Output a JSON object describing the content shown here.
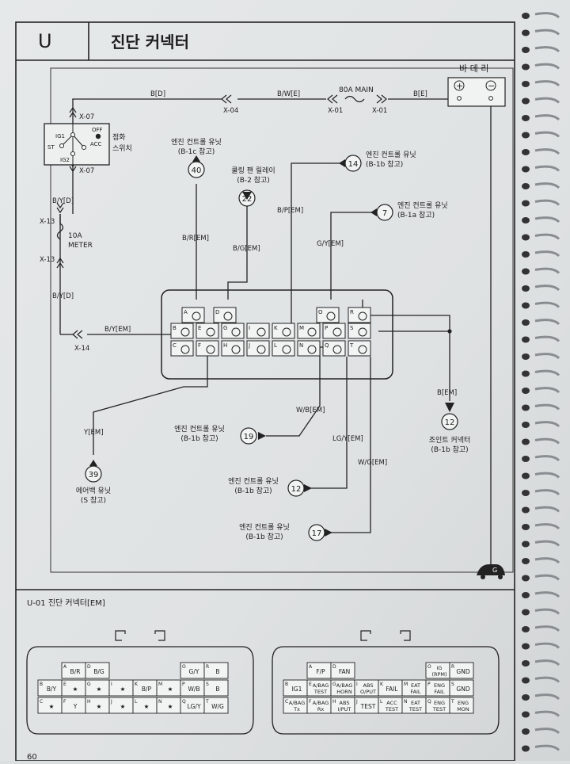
{
  "header": {
    "section_letter": "U",
    "title": "진단 커넥터"
  },
  "battery": {
    "label": "바 데 리",
    "plus": "+",
    "minus": "−"
  },
  "wires": {
    "bd": "B[D]",
    "bwe": "B/W[E]",
    "be": "B[E]",
    "byd_top": "B/Y[D]",
    "byd_bot": "B/Y[D]",
    "byem": "B/Y[EM]",
    "brem": "B/R[EM]",
    "bgem": "B/G[EM]",
    "bpem": "B/P[EM]",
    "gyem": "G/Y[EM]",
    "bem": "B[EM]",
    "wbem": "W/B[EM]",
    "lgyem": "LG/Y[EM]",
    "wgem": "W/G[EM]",
    "yem": "Y[EM]"
  },
  "connectors": {
    "x07_top": "X-07",
    "x07_bot": "X-07",
    "x04": "X-04",
    "x01_left": "X-01",
    "x01_right": "X-01",
    "x13_top": "X-13",
    "x13_bot": "X-13",
    "x14": "X-14"
  },
  "fuses": {
    "main_label": "80A MAIN",
    "meter_amp": "10A",
    "meter_name": "METER"
  },
  "ignition": {
    "off": "OFF",
    "ig1": "IG1",
    "st": "ST",
    "acc": "ACC",
    "ig2": "IG2",
    "label_line1": "점화",
    "label_line2": "스위치"
  },
  "refs": [
    {
      "num": "40",
      "line1": "엔진 컨트롤 유닛",
      "line2": "(B-1c 참고)"
    },
    {
      "num": "22",
      "line1": "쿨링 팬 릴레이",
      "line2": "(B-2 참고)"
    },
    {
      "num": "14",
      "line1": "엔진 컨트롤 유닛",
      "line2": "(B-1b 참고)"
    },
    {
      "num": "7",
      "line1": "엔진 컨트롤 유닛",
      "line2": "(B-1a 참고)"
    },
    {
      "num": "12",
      "line1": "조인트 커넥터",
      "line2": "(B-1b 참고)"
    },
    {
      "num": "19",
      "line1": "엔진 컨트롤 유닛",
      "line2": "(B-1b 참고)"
    },
    {
      "num": "39",
      "line1": "에어백 유닛",
      "line2": "(S 참고)"
    },
    {
      "num": "12",
      "line1": "엔진 컨트롤 유닛",
      "line2": "(B-1b 참고)"
    },
    {
      "num": "17",
      "line1": "엔진 컨트롤 유닛",
      "line2": "(B-1b 참고)"
    }
  ],
  "dlc_pins": {
    "top": [
      "A",
      "D",
      "O",
      "R"
    ],
    "row1": [
      "B",
      "E",
      "G",
      "I",
      "K",
      "M",
      "P",
      "S"
    ],
    "row2": [
      "C",
      "F",
      "H",
      "J",
      "L",
      "N",
      "Q",
      "T"
    ]
  },
  "ground_label": "G",
  "bottom_title": "U-01 진단 커넥터[EM]",
  "left_view": {
    "r1": [
      [
        "A",
        "B/R"
      ],
      [
        "D",
        "B/G"
      ],
      [
        "O",
        "G/Y"
      ],
      [
        "R",
        "B"
      ]
    ],
    "r2": [
      [
        "B",
        "B/Y"
      ],
      [
        "E",
        "★"
      ],
      [
        "G",
        "★"
      ],
      [
        "I",
        "★"
      ],
      [
        "K",
        "B/P"
      ],
      [
        "M",
        "★"
      ],
      [
        "P",
        "W/B"
      ],
      [
        "S",
        "B"
      ]
    ],
    "r3": [
      [
        "C",
        "★"
      ],
      [
        "F",
        "Y"
      ],
      [
        "H",
        "★"
      ],
      [
        "J",
        "★"
      ],
      [
        "L",
        "★"
      ],
      [
        "N",
        "★"
      ],
      [
        "Q",
        "LG/Y"
      ],
      [
        "T",
        "W/G"
      ]
    ]
  },
  "right_view": {
    "r1": [
      [
        "A",
        "F/P"
      ],
      [
        "D",
        "FAN"
      ],
      [
        "O",
        "IG (RPM)"
      ],
      [
        "R",
        "GND"
      ]
    ],
    "r2": [
      [
        "B",
        "IG1"
      ],
      [
        "E",
        "A/BAG TEST"
      ],
      [
        "G",
        "A/BAG HORN"
      ],
      [
        "I",
        "ABS O/PUT"
      ],
      [
        "K",
        "FAIL"
      ],
      [
        "M",
        "EAT FAIL"
      ],
      [
        "P",
        "ENG FAIL"
      ],
      [
        "S",
        "GND"
      ]
    ],
    "r3": [
      [
        "C",
        "A/BAG Tx"
      ],
      [
        "F",
        "A/BAG Rx"
      ],
      [
        "H",
        "ABS I/PUT"
      ],
      [
        "J",
        "TEST"
      ],
      [
        "L",
        "ACC TEST"
      ],
      [
        "N",
        "EAT TEST"
      ],
      [
        "Q",
        "ENG TEST"
      ],
      [
        "T",
        "ENG MON"
      ]
    ]
  },
  "page_number": "60"
}
